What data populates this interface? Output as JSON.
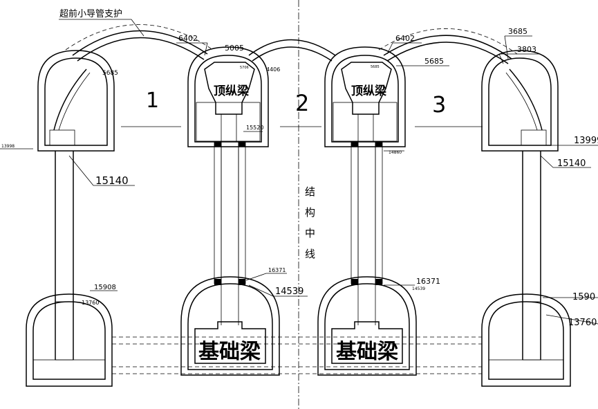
{
  "labels": {
    "support_note": "超前小导管支护",
    "top_beam_left": "顶纵梁",
    "top_beam_right": "顶纵梁",
    "base_beam_left": "基础梁",
    "base_beam_right": "基础梁",
    "centerline": [
      "结",
      "构",
      "中",
      "线"
    ],
    "span_1": "1",
    "span_2": "2",
    "span_3": "3"
  },
  "dims": {
    "d6402_left": "6402",
    "d5005": "5005",
    "d6402_right": "6402",
    "d3685_right": "3685",
    "d3803": "3803",
    "d5685_left": "5685",
    "d4406": "4406",
    "d5685_right": "5685",
    "d13998_left": "13998",
    "d15140_left": "15140",
    "d13999_right": "13999",
    "d15140_right": "15140",
    "d15908_left": "15908",
    "d13760_left": "13760",
    "d15590_right": "1590",
    "d13760_right": "13760",
    "d15520": "15520",
    "d14860": "14860",
    "d16371_left": "16371",
    "d14539": "14539",
    "d16371_right": "16371",
    "d14539_right": "14539",
    "d_small1": "5706",
    "d_small2": "5685"
  }
}
